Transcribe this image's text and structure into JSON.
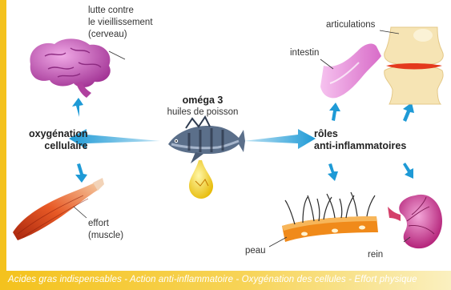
{
  "center": {
    "title": "oméga 3",
    "subtitle": "huiles de poisson"
  },
  "left_hub": {
    "line1": "oxygénation",
    "line2": "cellulaire"
  },
  "right_hub": {
    "line1": "rôles",
    "line2": "anti-inflammatoires"
  },
  "brain": {
    "line1": "lutte contre",
    "line2": "le vieillissement",
    "line3": "(cerveau)"
  },
  "muscle": {
    "line1": "effort",
    "line2": "(muscle)"
  },
  "intestin": {
    "label": "intestin"
  },
  "articulations": {
    "label": "articulations"
  },
  "peau": {
    "label": "peau"
  },
  "rein": {
    "label": "rein"
  },
  "footer": {
    "text": "Acides gras indispensables - Action anti-inflammatoire - Oxygénation des cellules - Effort physique"
  },
  "colors": {
    "arrow": "#1e9ad6",
    "band": "#f4c21d",
    "brain": "#c452b8",
    "muscle": "#d9441c",
    "skin": "#f08a1a",
    "kidney": "#c0307a"
  }
}
